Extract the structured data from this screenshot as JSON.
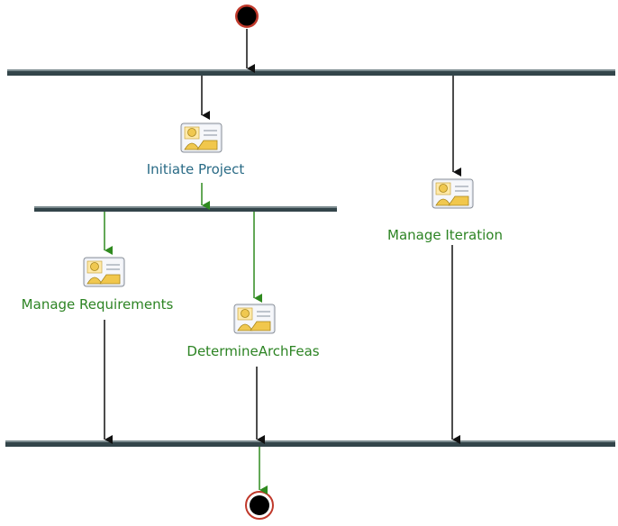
{
  "colors": {
    "bar": "#33454a",
    "bar_highlight": "#7c8b8f",
    "arrow_black": "#111111",
    "arrow_green": "#2f8a1f",
    "label_blue": "#2a6b86",
    "label_green": "#2d8424",
    "start_fill": "#000000",
    "start_ring": "#c0392b",
    "icon_frame": "#e9edf4",
    "icon_person": "#f0c850"
  },
  "activities": {
    "initiate_project": {
      "label": "Initiate Project",
      "icon": "activity-icon"
    },
    "manage_iteration": {
      "label": "Manage Iteration",
      "icon": "activity-icon"
    },
    "manage_requirements": {
      "label": "Manage Requirements",
      "icon": "activity-icon"
    },
    "determine_arch_feas": {
      "label": "DetermineArchFeas",
      "icon": "activity-icon"
    }
  },
  "nodes": {
    "initial": {
      "kind": "initial-node"
    },
    "final": {
      "kind": "final-node"
    }
  }
}
